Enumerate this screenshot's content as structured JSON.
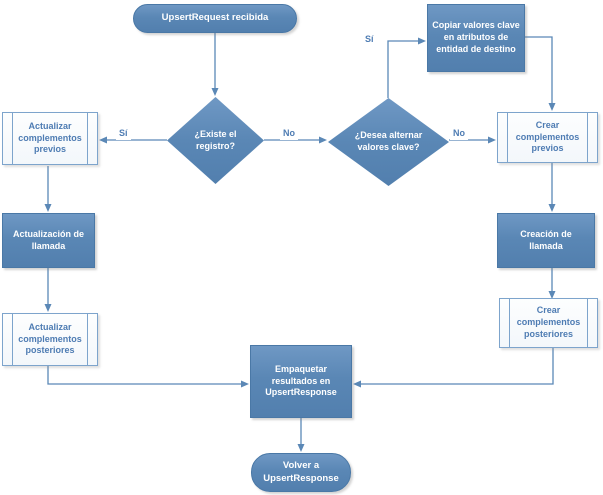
{
  "diagram": {
    "type": "flowchart",
    "language": "es",
    "colors": {
      "shape_fill": "#5b88b6",
      "shape_fill_light": "#6f98c4",
      "shape_border": "#4a78a6",
      "subprocess_border": "#7da4cc",
      "subprocess_fill": "#fdfefe",
      "text_on_fill": "#ffffff",
      "text_blue": "#4e7cb3",
      "connector": "#5b88b6",
      "background": "#ffffff"
    },
    "nodes": {
      "start": "UpsertRequest recibida",
      "decision_exists": "¿Existe el registro?",
      "decision_alternate": "¿Desea alternar valores clave?",
      "copy_keys": "Copiar valores clave en atributos de entidad de destino",
      "update_pre": "Actualizar complementos previos",
      "update_call": "Actualización de llamada",
      "update_post": "Actualizar complementos posteriores",
      "create_pre": "Crear complementos previos",
      "create_call": "Creación de llamada",
      "create_post": "Crear complementos posteriores",
      "package": "Empaquetar resultados en UpsertResponse",
      "end": "Volver a UpsertResponse"
    },
    "edge_labels": {
      "exists_yes": "Sí",
      "exists_no": "No",
      "alternate_yes": "Sí",
      "alternate_no": "No"
    }
  }
}
